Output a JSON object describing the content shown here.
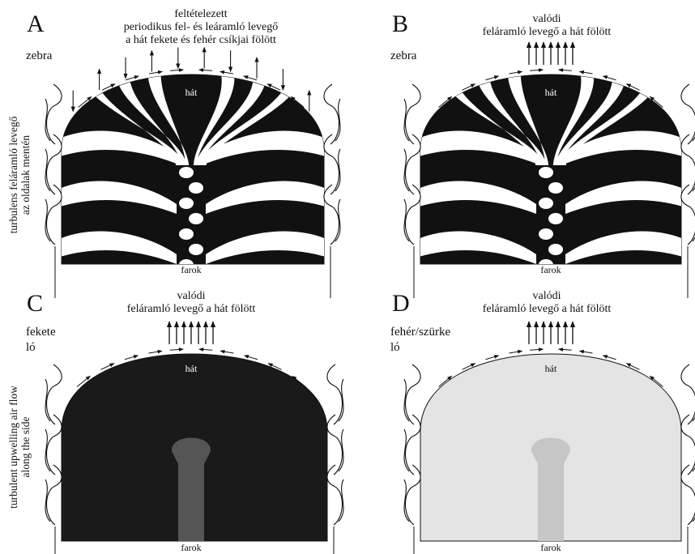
{
  "panels": {
    "A": {
      "letter": "A",
      "title": [
        "feltételezett",
        "periodikus fel- és leáramló levegő",
        "a hát fekete és fehér csíkjai fölött"
      ],
      "animal": [
        "zebra"
      ],
      "back": "hát",
      "tail": "farok",
      "fill": "#111111",
      "tail_fill": "#111111"
    },
    "B": {
      "letter": "B",
      "title": [
        "valódi",
        "feláramló levegő a hát fölött"
      ],
      "animal": [
        "zebra"
      ],
      "back": "hát",
      "tail": "farok",
      "fill": "#111111",
      "tail_fill": "#111111"
    },
    "C": {
      "letter": "C",
      "title": [
        "valódi",
        "feláramló levegő a hát fölött"
      ],
      "animal": [
        "fekete",
        "ló"
      ],
      "back": "hát",
      "tail": "farok",
      "fill": "#1a1a1a",
      "tail_fill": "#555555"
    },
    "D": {
      "letter": "D",
      "title": [
        "valódi",
        "feláramló levegő a hát fölött"
      ],
      "animal": [
        "fehér/szürke",
        "ló"
      ],
      "back": "hát",
      "tail": "farok",
      "fill": "#e4e4e4",
      "tail_fill": "#c6c6c6"
    }
  },
  "side_labels": {
    "top": [
      "turbulens feláramló levegő",
      "az oldalak mentén"
    ],
    "bottom": [
      "turbulent upwelling air flow",
      "along the side"
    ]
  }
}
